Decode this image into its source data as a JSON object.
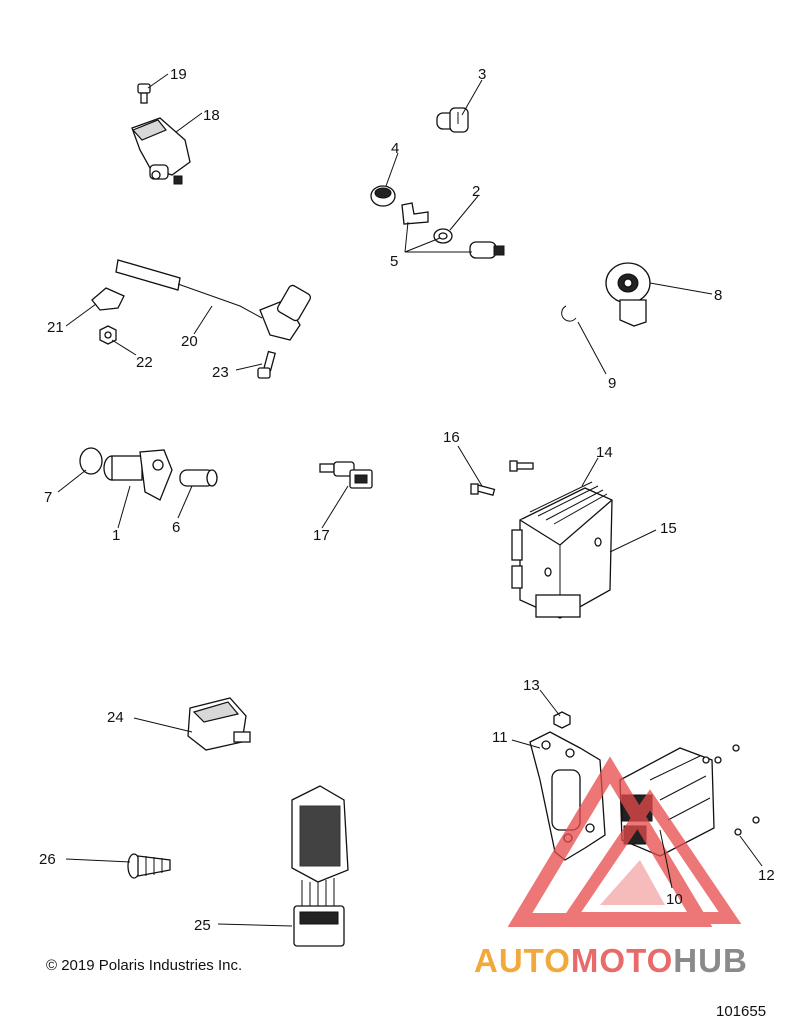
{
  "footer": {
    "copyright": "© 2019 Polaris Industries Inc.",
    "figure_number": "101655"
  },
  "watermark": {
    "part1": "AUTO",
    "part2": "MOTO",
    "part3": "HUB",
    "colors": {
      "part1": "#f2a93b",
      "part2": "#e86a6a",
      "part3": "#8a8a8a",
      "triangle": "#e84a4a"
    }
  },
  "callouts": {
    "c1": "1",
    "c2": "2",
    "c3": "3",
    "c4": "4",
    "c5": "5",
    "c6": "6",
    "c7": "7",
    "c8": "8",
    "c9": "9",
    "c10": "10",
    "c11": "11",
    "c12": "12",
    "c13": "13",
    "c14": "14",
    "c15": "15",
    "c16": "16",
    "c17": "17",
    "c18": "18",
    "c19": "19",
    "c20": "20",
    "c21": "21",
    "c22": "22",
    "c23": "23",
    "c24": "24",
    "c25": "25",
    "c26": "26"
  }
}
